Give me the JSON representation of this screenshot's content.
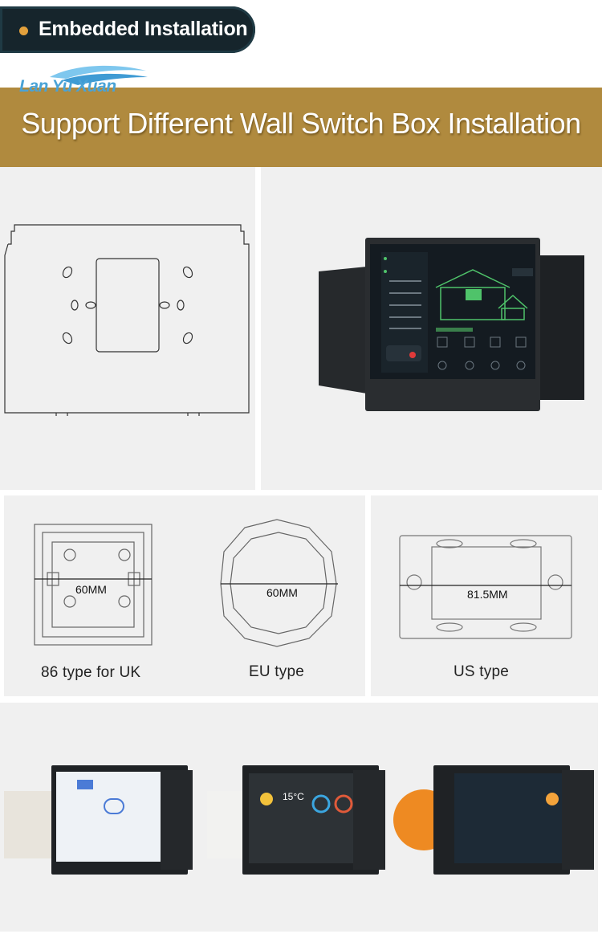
{
  "header": {
    "badge_label": "Embedded Installation",
    "logo_text": "Lan Yu Xuan",
    "banner_title": "Support Different Wall Switch Box Installation"
  },
  "boxes": [
    {
      "dimension": "60MM",
      "caption": "86 type for UK"
    },
    {
      "dimension": "60MM",
      "caption": "EU type"
    },
    {
      "dimension": "81.5MM",
      "caption": "US type"
    }
  ],
  "device_ui": {
    "screen_time": "15°C"
  },
  "colors": {
    "badge_bg": "#16252c",
    "banner_bg": "#b08a3e",
    "accent_dot": "#e3a13c",
    "panel_bg": "#f0f0f0",
    "logo_blue": "#4aa3d6",
    "screen_green": "#4fc36a"
  }
}
